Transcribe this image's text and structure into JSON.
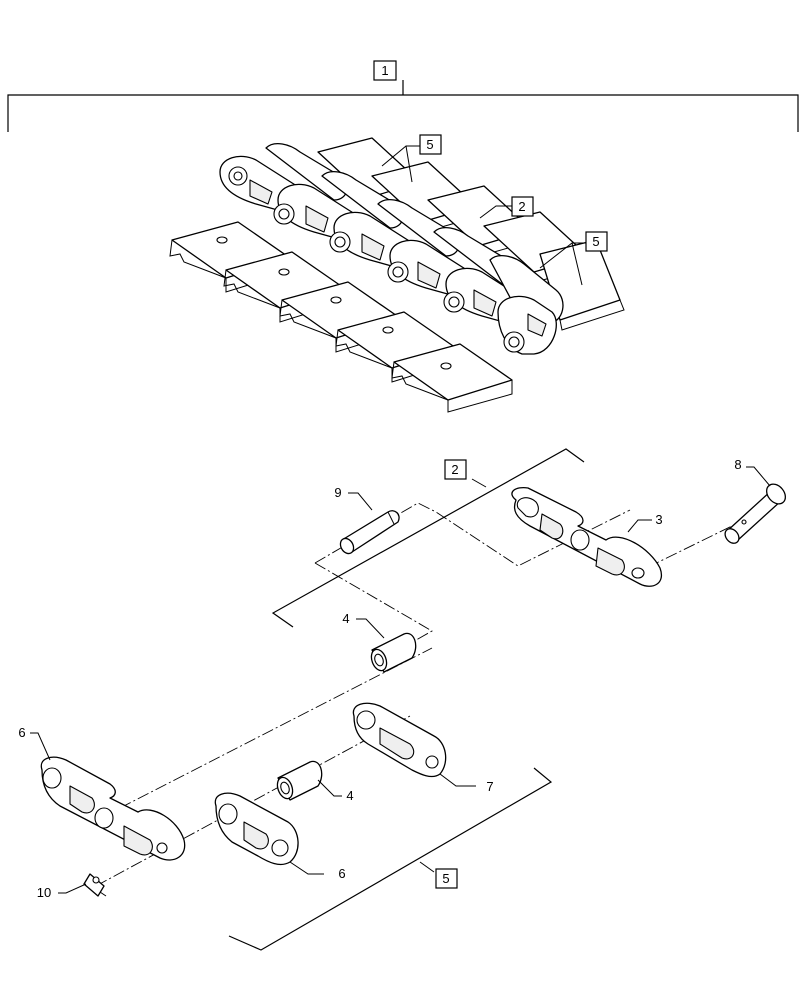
{
  "callouts": {
    "c1": "1",
    "c2_top": "2",
    "c5_top_a": "5",
    "c5_top_b": "5",
    "c2_mid": "2",
    "c3": "3",
    "c4_upper": "4",
    "c4_lower": "4",
    "c5_bottom": "5",
    "c6_left": "6",
    "c6_right": "6",
    "c7": "7",
    "c8": "8",
    "c9": "9",
    "c10": "10"
  }
}
